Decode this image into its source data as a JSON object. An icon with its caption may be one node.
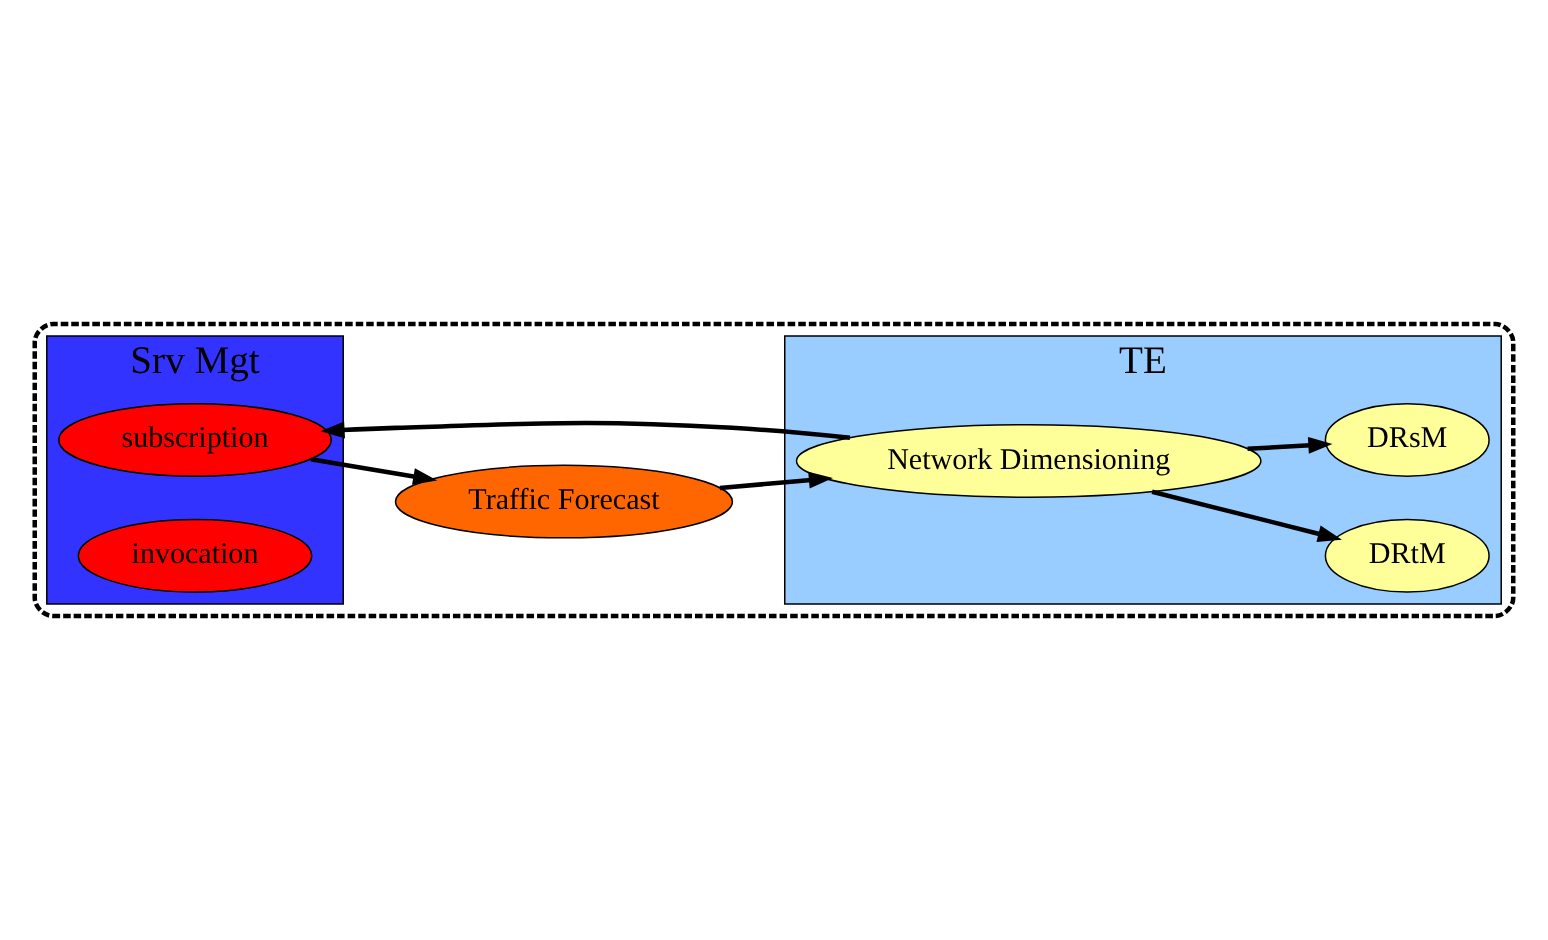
{
  "diagram": {
    "nodes": [
      {
        "text": [],
        "shape": "box"
      },
      {
        "text": [
          "Srv Mgt"
        ],
        "in": 0
      },
      {
        "text": [
          "TE"
        ],
        "in": 0
      },
      {
        "text": [
          "Traffic Forecast"
        ],
        "in": 0
      },
      {
        "text": [
          "subscription"
        ],
        "in": 1
      },
      {
        "text": [
          "Network Dimensioning"
        ],
        "in": 2
      },
      {
        "text": [
          "invocation"
        ],
        "in": 1
      },
      {
        "text": [
          "DRtM"
        ],
        "in": 2
      },
      {
        "text": [
          "DRsM"
        ],
        "in": 2
      }
    ],
    "edges": [
      {
        "from": 4,
        "to": 3,
        "arrow": "to"
      },
      {
        "from": 3,
        "to": 5,
        "arrow": "to"
      },
      {
        "from": 5,
        "to": 4,
        "arrow": "to"
      },
      {
        "from": 5,
        "to": 7,
        "arrow": "to"
      },
      {
        "from": 5,
        "to": 8,
        "arrow": "to"
      }
    ]
  }
}
